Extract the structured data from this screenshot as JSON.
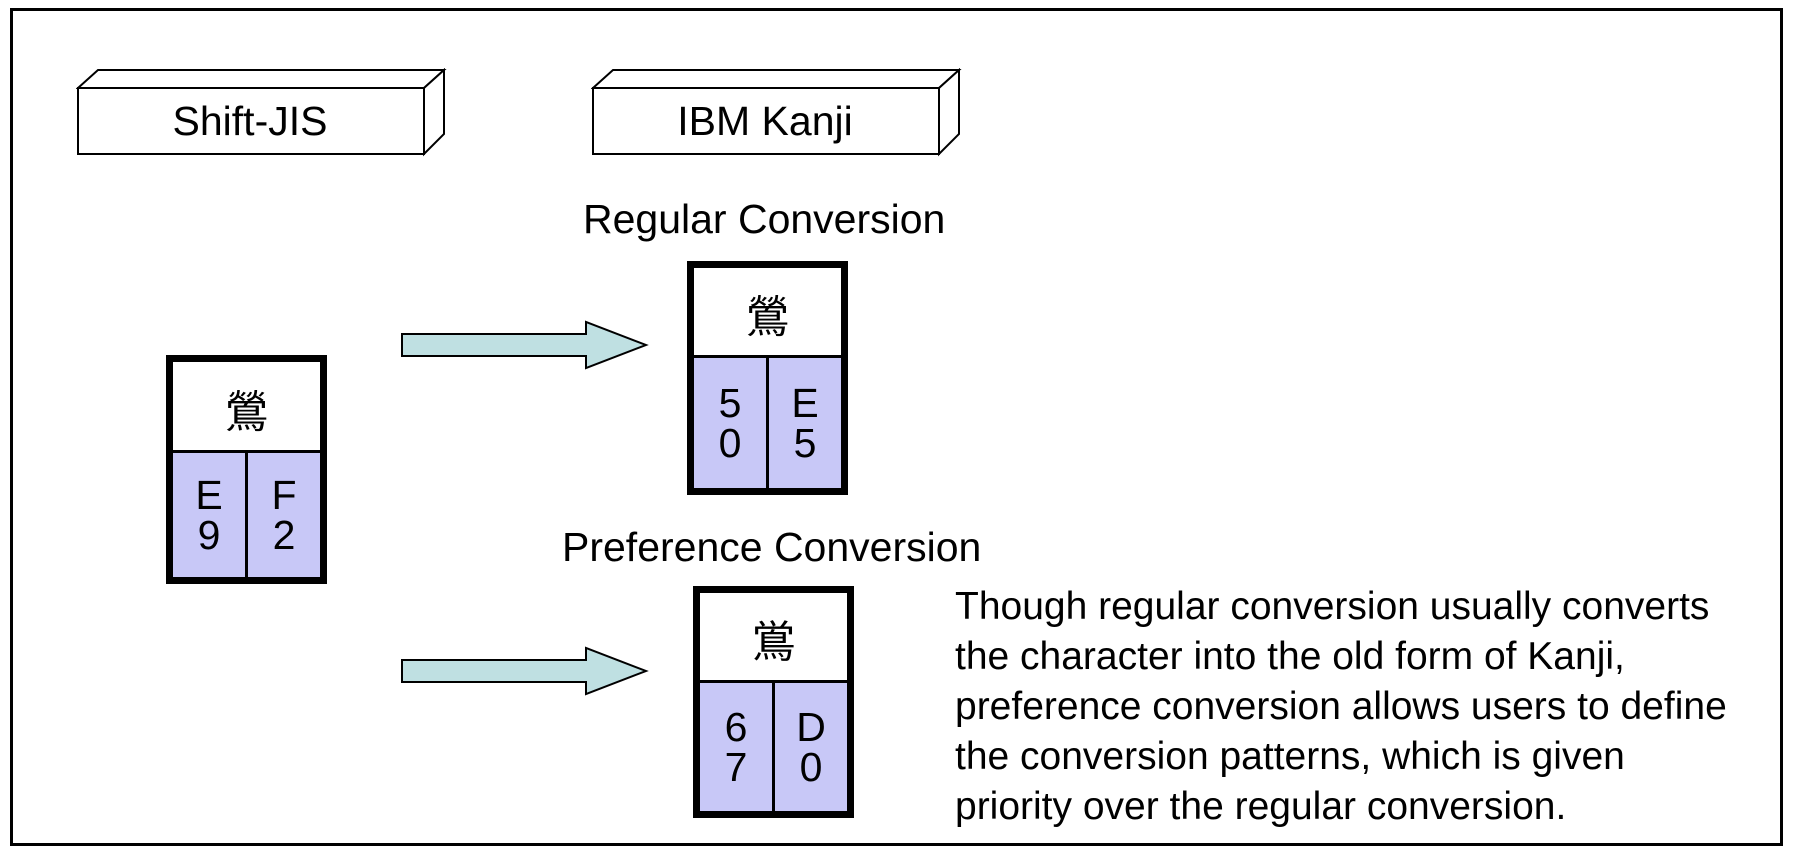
{
  "boxes": {
    "source": "Shift-JIS",
    "target": "IBM Kanji"
  },
  "sections": {
    "regular": "Regular Conversion",
    "preference": "Preference Conversion"
  },
  "source_char": {
    "glyph": "鶯",
    "byte1": [
      "E",
      "9"
    ],
    "byte2": [
      "F",
      "2"
    ]
  },
  "regular_char": {
    "glyph": "鶯",
    "byte1": [
      "5",
      "0"
    ],
    "byte2": [
      "E",
      "5"
    ]
  },
  "preference_char": {
    "glyph": "鴬",
    "byte1": [
      "6",
      "7"
    ],
    "byte2": [
      "D",
      "0"
    ]
  },
  "note": [
    "Though regular conversion usually converts",
    "the character into the old form of Kanji,",
    "preference conversion allows users to define",
    "the conversion patterns, which is given",
    "priority over the regular conversion."
  ],
  "colors": {
    "code_fill": "#c8c8f7",
    "arrow_fill": "#bfe0e2"
  }
}
